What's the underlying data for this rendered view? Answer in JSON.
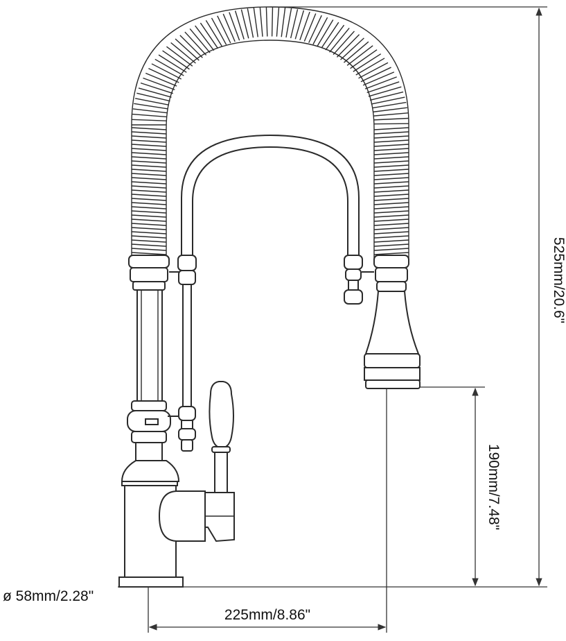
{
  "dimensions": {
    "total_height": "525mm/20.6\"",
    "spout_height": "190mm/7.48\"",
    "base_diameter": "ø 58mm/2.28\"",
    "reach": "225mm/8.86\""
  },
  "colors": {
    "line": "#2a2a2a",
    "background": "#ffffff"
  }
}
